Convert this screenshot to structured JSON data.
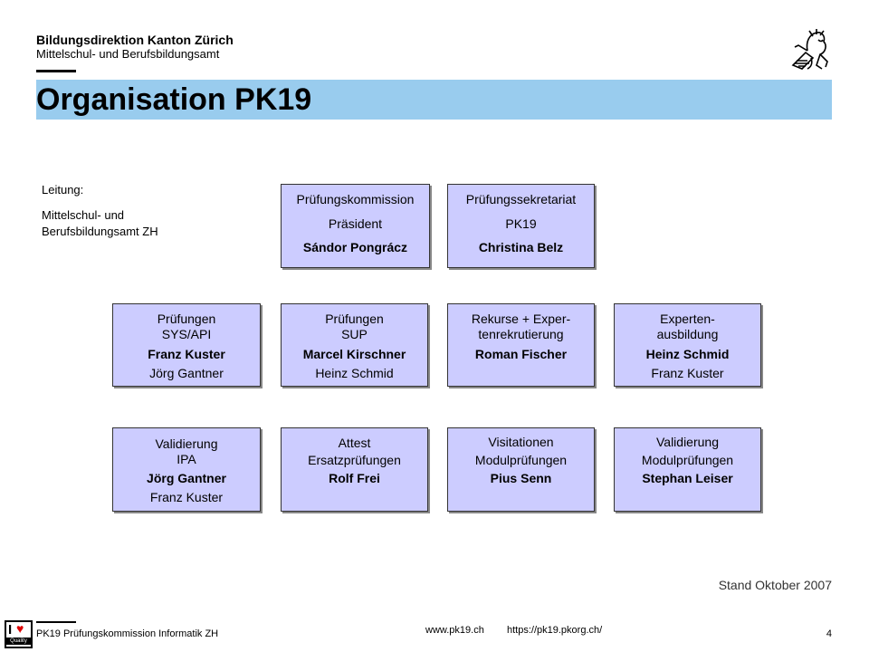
{
  "header": {
    "org_name": "Bildungsdirektion Kanton Zürich",
    "dept_name": "Mittelschul- und Berufsbildungsamt"
  },
  "title": "Organisation PK19",
  "leitung": {
    "label": "Leitung:",
    "line1": "Mittelschul- und",
    "line2": "Berufsbildungsamt ZH"
  },
  "boxes": {
    "kommission": {
      "l1": "Prüfungskommission",
      "l2": "Präsident",
      "l3": "Sándor Pongrácz"
    },
    "sekretariat": {
      "l1": "Prüfungssekretariat",
      "l2": "PK19",
      "l3": "Christina Belz"
    },
    "sysapi": {
      "l1": "Prüfungen",
      "l2": "SYS/API",
      "l3": "Franz Kuster",
      "l4": "Jörg Gantner"
    },
    "sup": {
      "l1": "Prüfungen",
      "l2": "SUP",
      "l3": "Marcel Kirschner",
      "l4": "Heinz Schmid"
    },
    "rekurse": {
      "l1": "Rekurse + Exper-",
      "l2": "tenrekrutierung",
      "l3": "Roman Fischer"
    },
    "experten": {
      "l1": "Experten-",
      "l2": "ausbildung",
      "l3": "Heinz Schmid",
      "l4": "Franz Kuster"
    },
    "ipa": {
      "l1": "Validierung",
      "l2": "IPA",
      "l3": "Jörg Gantner",
      "l4": "Franz Kuster"
    },
    "attest": {
      "l1": "Attest",
      "l2": "Ersatzprüfungen",
      "l3": "Rolf Frei"
    },
    "visitationen": {
      "l1": "Visitationen",
      "l2": "Modulprüfungen",
      "l3": "Pius Senn"
    },
    "modul": {
      "l1": "Validierung",
      "l2": "Modulprüfungen",
      "l3": "Stephan Leiser"
    }
  },
  "stand": "Stand Oktober 2007",
  "footer": {
    "left": "PK19 Prüfungskommission Informatik ZH",
    "url1": "www.pk19.ch",
    "url2": "https://pk19.pkorg.ch/",
    "page": "4"
  },
  "logo": {
    "letter": "I",
    "heart": "♥",
    "word": "Quality"
  },
  "colors": {
    "title_bar": "#99ccee",
    "box_fill": "#ccccff"
  }
}
